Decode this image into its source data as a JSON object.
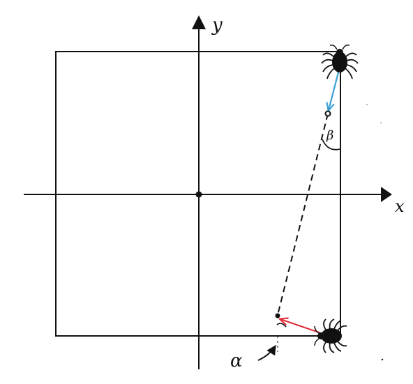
{
  "diagram": {
    "axes": {
      "x_label": "x",
      "y_label": "y"
    },
    "angles": {
      "alpha": "α",
      "beta": "β"
    },
    "colors": {
      "ink": "#111111",
      "blue_arrow": "#3aa0d8",
      "red_arrow": "#e0303a"
    },
    "elements": [
      "square",
      "origin-point",
      "spider-top-right",
      "spider-bottom-right",
      "dashed-line-between-points"
    ]
  }
}
